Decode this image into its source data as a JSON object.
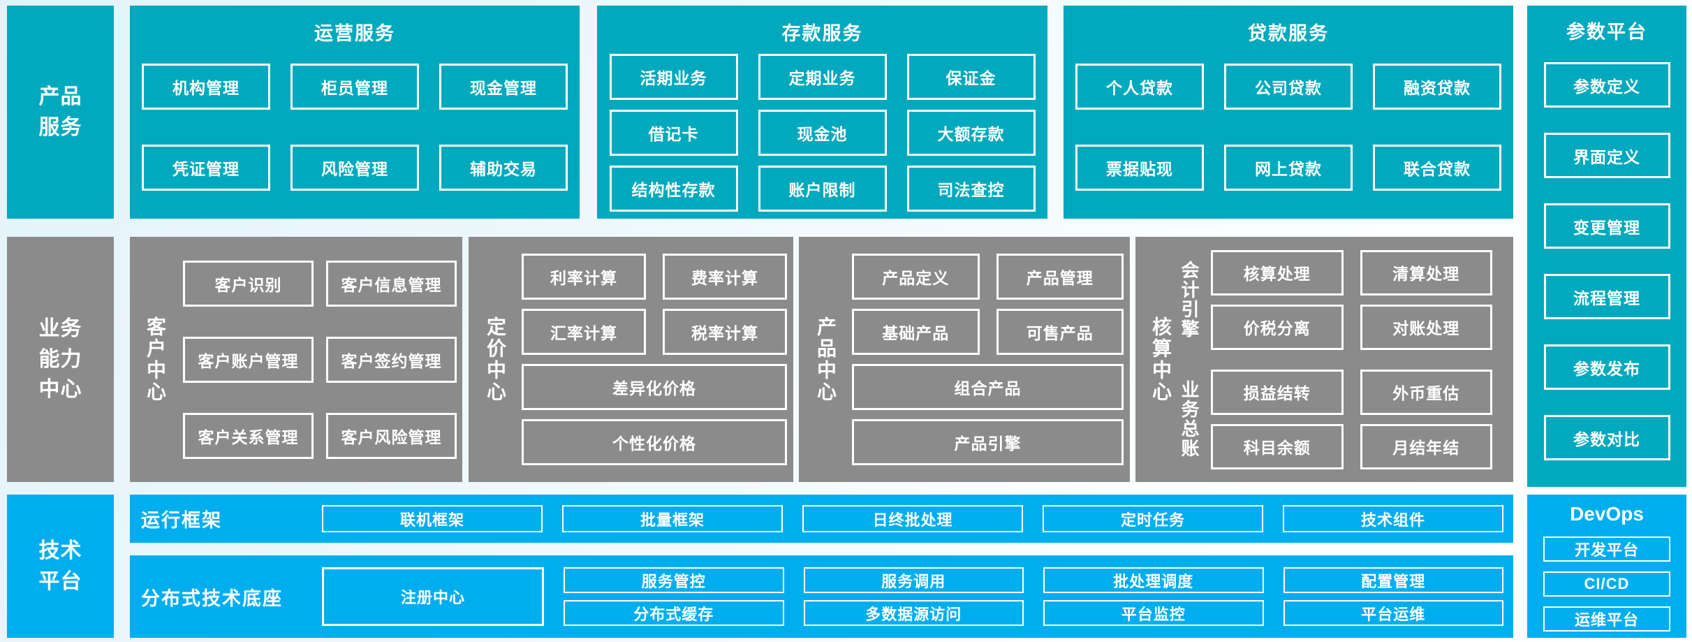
{
  "colors": {
    "teal": "#00a9bd",
    "gray": "#8b8b8b",
    "blue": "#00aeef"
  },
  "rails": {
    "product": {
      "label": "产品\n服务"
    },
    "business": {
      "label": "业务\n能力\n中心"
    },
    "tech": {
      "label": "技术\n平台"
    }
  },
  "sections": {
    "operations": {
      "title": "运营服务",
      "items": [
        "机构管理",
        "柜员管理",
        "现金管理",
        "凭证管理",
        "风险管理",
        "辅助交易"
      ]
    },
    "deposit": {
      "title": "存款服务",
      "items": [
        "活期业务",
        "定期业务",
        "保证金",
        "借记卡",
        "现金池",
        "大额存款",
        "结构性存款",
        "账户限制",
        "司法查控"
      ]
    },
    "loan": {
      "title": "贷款服务",
      "items": [
        "个人贷款",
        "公司贷款",
        "融资贷款",
        "票据贴现",
        "网上贷款",
        "联合贷款"
      ]
    },
    "parameter": {
      "title": "参数平台",
      "items": [
        "参数定义",
        "界面定义",
        "变更管理",
        "流程管理",
        "参数发布",
        "参数对比"
      ]
    },
    "customer": {
      "label": "客户中心",
      "items": [
        "客户识别",
        "客户信息管理",
        "客户账户管理",
        "客户签约管理",
        "客户关系管理",
        "客户风险管理"
      ]
    },
    "pricing": {
      "label": "定价中心",
      "items": [
        "利率计算",
        "费率计算",
        "汇率计算",
        "税率计算",
        "差异化价格",
        "个性化价格"
      ]
    },
    "product_center": {
      "label": "产品中心",
      "items": [
        "产品定义",
        "产品管理",
        "基础产品",
        "可售产品",
        "组合产品",
        "产品引擎"
      ]
    },
    "accounting": {
      "label": "核算中心",
      "groups": [
        {
          "label": "会计引擎",
          "items": [
            "核算处理",
            "清算处理",
            "价税分离",
            "对账处理"
          ]
        },
        {
          "label": "业务总账",
          "items": [
            "损益结转",
            "外币重估",
            "科目余额",
            "月结年结"
          ]
        }
      ]
    },
    "runtime": {
      "label": "运行框架",
      "items": [
        "联机框架",
        "批量框架",
        "日终批处理",
        "定时任务",
        "技术组件"
      ]
    },
    "distributed": {
      "label": "分布式技术底座",
      "registry": "注册中心",
      "grid": [
        "服务管控",
        "服务调用",
        "批处理调度",
        "配置管理",
        "分布式缓存",
        "多数据源访问",
        "平台监控",
        "平台运维"
      ]
    },
    "devops": {
      "title": "DevOps",
      "items": [
        "开发平台",
        "CI/CD",
        "运维平台"
      ]
    }
  }
}
